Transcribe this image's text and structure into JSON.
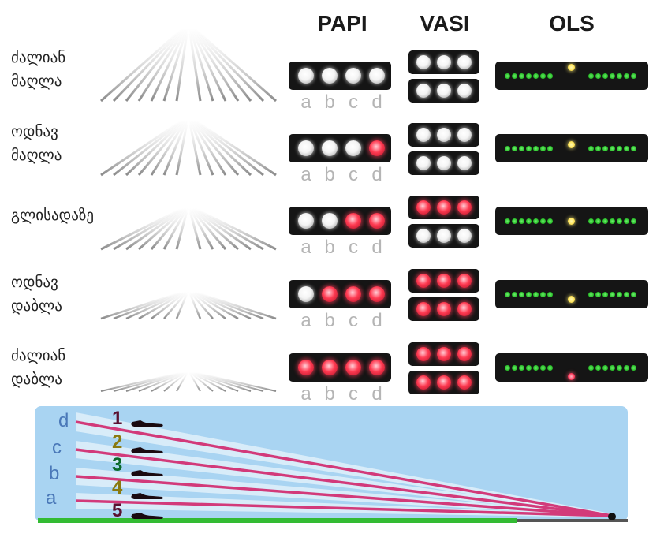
{
  "headers": {
    "papi": "PAPI",
    "vasi": "VASI",
    "ols": "OLS"
  },
  "rows": [
    {
      "label": "ძალიან\nმაღლა",
      "papi": [
        "white",
        "white",
        "white",
        "white"
      ],
      "vasi": {
        "upper": "white",
        "lower": "white"
      },
      "ols_ball": "yellow",
      "ols_offset": "high"
    },
    {
      "label": "ოდნავ\nმაღლა",
      "papi": [
        "white",
        "white",
        "white",
        "red"
      ],
      "vasi": {
        "upper": "white",
        "lower": "white"
      },
      "ols_ball": "yellow",
      "ols_offset": "slightly-high"
    },
    {
      "label": "გლისადაზე",
      "papi": [
        "white",
        "white",
        "red",
        "red"
      ],
      "vasi": {
        "upper": "red",
        "lower": "white"
      },
      "ols_ball": "yellow",
      "ols_offset": "on-glide"
    },
    {
      "label": "ოდნავ\nდაბლა",
      "papi": [
        "white",
        "red",
        "red",
        "red"
      ],
      "vasi": {
        "upper": "red",
        "lower": "red"
      },
      "ols_ball": "yellow",
      "ols_offset": "slightly-low"
    },
    {
      "label": "ძალიან\nდაბლა",
      "papi": [
        "red",
        "red",
        "red",
        "red"
      ],
      "vasi": {
        "upper": "red",
        "lower": "red"
      },
      "ols_ball": "red",
      "ols_offset": "low"
    }
  ],
  "papi_letters": [
    "a",
    "b",
    "c",
    "d"
  ],
  "beam_diagram": {
    "beam_letters": [
      "d",
      "c",
      "b",
      "a"
    ],
    "aircraft_numbers": [
      "1",
      "2",
      "3",
      "4",
      "5"
    ],
    "number_colors": [
      "#5a1030",
      "#8a7a10",
      "#0a6a2a",
      "#8a7a10",
      "#5a1030"
    ]
  },
  "colors": {
    "red_light": "#ff3b52",
    "white_light": "#ffffff",
    "green_light": "#22b822",
    "yellow_light": "#ffe35a",
    "panel": "#151515",
    "sky": "#a9d4f2",
    "beam": "#d23a7a",
    "ground": "#33bb33"
  }
}
